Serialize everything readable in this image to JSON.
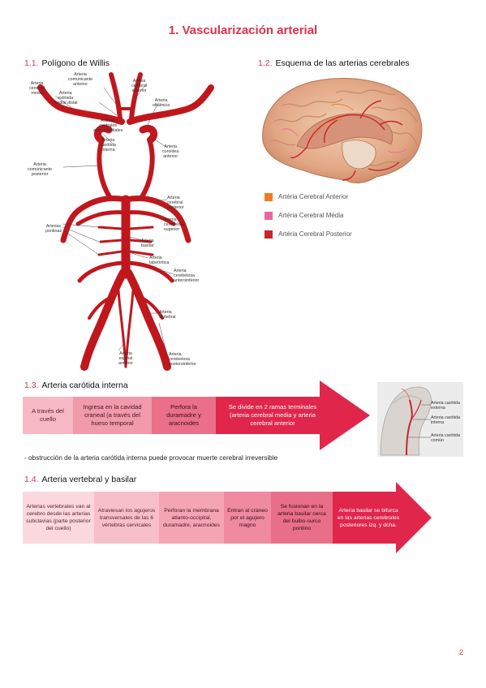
{
  "title": "1. Vascularización arterial",
  "sections": {
    "willis": {
      "num": "1.1.",
      "title": "Polígono de Willis"
    },
    "esquema": {
      "num": "1.2.",
      "title": "Esquema de las arterias cerebrales"
    },
    "carotida": {
      "num": "1.3.",
      "title": "Arteria carótida interna"
    },
    "vertebral": {
      "num": "1.4.",
      "title": "Arteria vertebral y basilar"
    }
  },
  "willis_labels": {
    "cerebral_media": "Arteria\ncerebral\nmedia",
    "comunicante_anterior": "Arteria\ncomunicante\nanterior",
    "cerebral_anterior": "Arteria\ncerebral\nanterior",
    "estriada_medial": "Arteria\nestriada\nmedial distal",
    "oftalmica": "Arteria\noftálmica",
    "centrales_anteromediales": "Arterias\ncentrales\nanteromediales",
    "carotida_interna": "Arteria\ncarótida\ninterna",
    "coroidea_anterior": "Arteria\ncoroidea\nanterior",
    "comunicante_posterior": "Arteria\ncomunicante\nposterior",
    "cerebral_posterior": "Arteria\ncerebral\nposterior",
    "cerebelosa_superior": "Arteria\ncerebelosa\nsuperior",
    "pontinas": "Arterias\npontinas",
    "basilar": "Arteria\nbasilar",
    "laberintica": "Arteria\nlaberíntica",
    "cerebelosa_anteroinferior": "Arteria\ncerebelosa\nanteroinferior",
    "vertebral": "Arteria\nvertebral",
    "espinal_anterior": "Arteria\nespinal\nanterior",
    "cerebelosa_posteroinferior": "Arteria\ncerebelosa\nposteroinferior"
  },
  "legend": [
    {
      "label": "Artéria Cerebral Anterior",
      "color": "#f07b20"
    },
    {
      "label": "Artéria Cerebral Média",
      "color": "#e8679a"
    },
    {
      "label": "Artéria Cerebral Posterior",
      "color": "#c6262c"
    }
  ],
  "carotid_flow": [
    "A través del cuello",
    "Ingresa en la cavidad craneal (a través del hueso temporal",
    "Perfora la duramadre y aracnoides",
    "Se divide en 2 ramas terminales (arteria cerebral media y arteria cerebral anterior"
  ],
  "carotid_image_labels": [
    "Arteria carótida externa",
    "Arteria carótida interna",
    "Arteria carótida común"
  ],
  "carotid_note": "- obstrucción de la arteria carótida interna puede provocar muerte cerebral irreversible",
  "vertebral_flow": [
    "Arterias vertebrales van al cerebro desde las arterias subclavias (parte posterior del cuello)",
    "Atraviesan los agujeros transversales de las 6 vértebras cervicales",
    "Perforan la membrana atlanto-occipital, duramadre, aracnoides",
    "Entran al cráneo por el agujero magno",
    "Se fusionan en la arteria basilar cerca del bulbo-surco pontino",
    "Arteria basilar se bifurca en las arterias cerebrales posteriores izq. y dcha."
  ],
  "page_number": "2",
  "colors": {
    "accent": "#e0314b",
    "artery": "#c0171d",
    "flow_light": "#f7b9c4",
    "flow_mid1": "#f09aab",
    "flow_mid2": "#ea6f88",
    "flow_dark": "#e0264a"
  }
}
